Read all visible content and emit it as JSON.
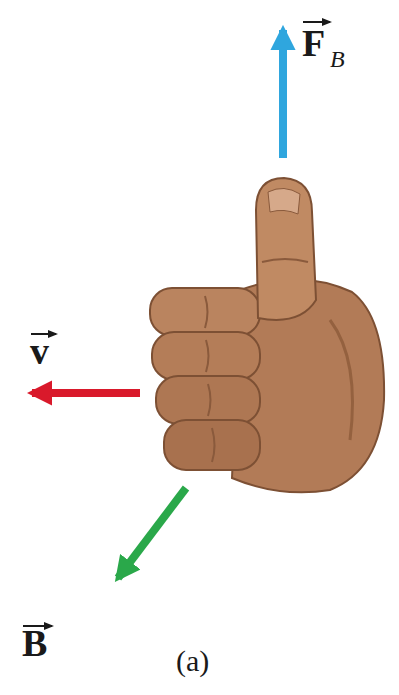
{
  "diagram": {
    "labels": [
      "F",
      "B",
      "v",
      "B",
      "(a)"
    ]
  }
}
